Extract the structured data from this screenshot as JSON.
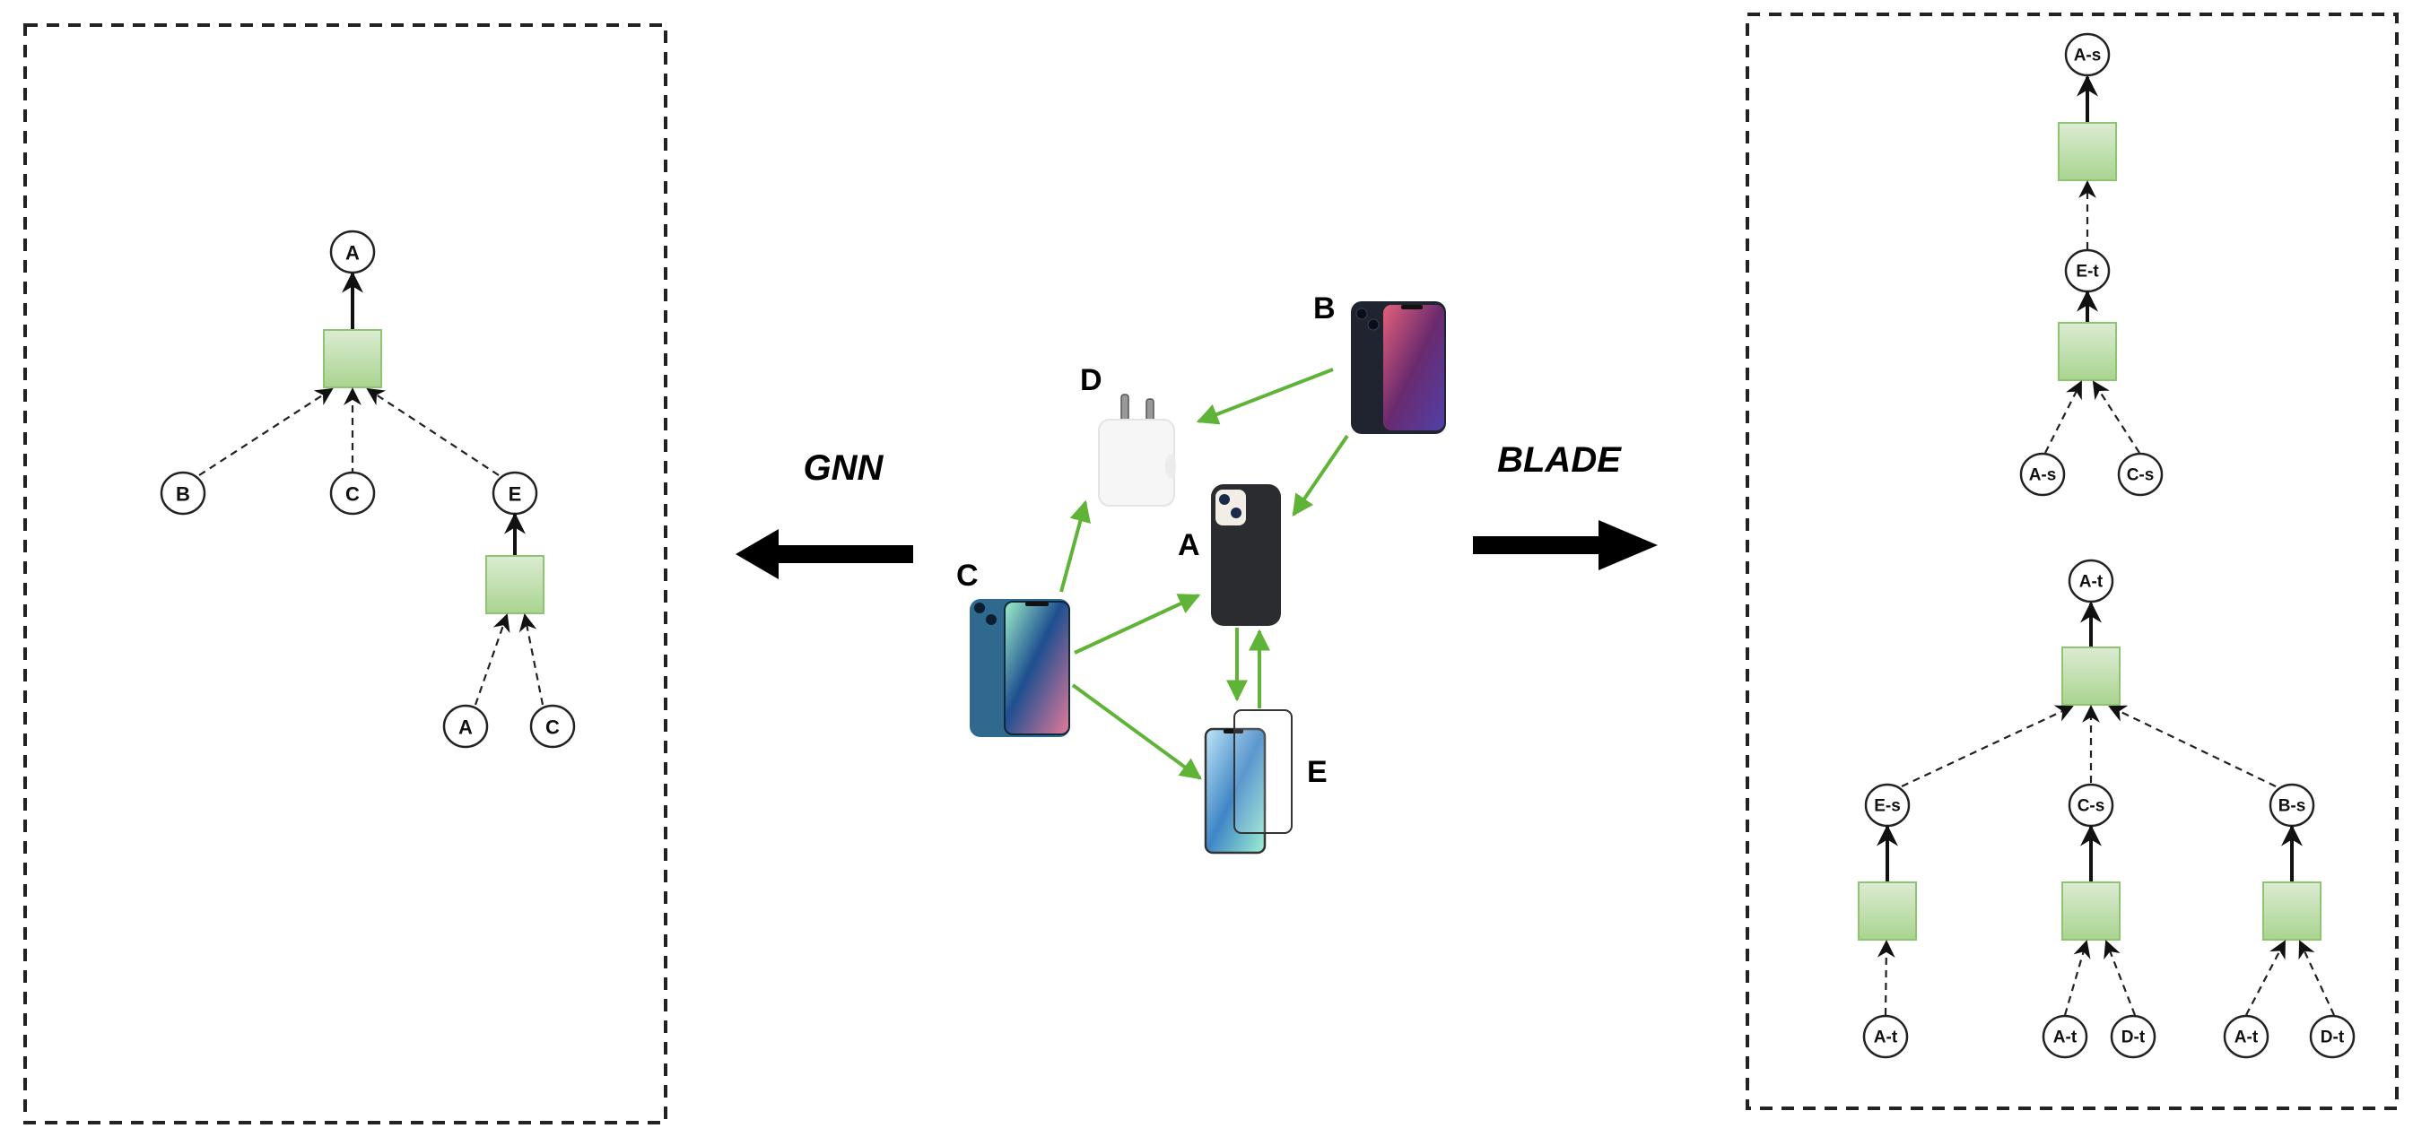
{
  "colors": {
    "graph_edge": "#5fb336",
    "agg_box_top": "#dcecd3",
    "agg_box_bottom": "#a9d48f",
    "agg_box_border": "#8fc473",
    "node_stroke": "#222222",
    "frame_stroke": "#222222"
  },
  "center_graph": {
    "items": [
      {
        "id": "A",
        "label": "A",
        "kind": "phone-case",
        "color": "#2a2c30"
      },
      {
        "id": "B",
        "label": "B",
        "kind": "phone-midnight",
        "color": "#1f2430"
      },
      {
        "id": "C",
        "label": "C",
        "kind": "phone-blue",
        "color": "#2f6a8e"
      },
      {
        "id": "D",
        "label": "D",
        "kind": "charger",
        "color": "#f6f6f6"
      },
      {
        "id": "E",
        "label": "E",
        "kind": "screen-protector",
        "color": "#8cc8ea"
      }
    ],
    "edges": [
      {
        "from": "B",
        "to": "D"
      },
      {
        "from": "B",
        "to": "A"
      },
      {
        "from": "C",
        "to": "D"
      },
      {
        "from": "C",
        "to": "A"
      },
      {
        "from": "C",
        "to": "E"
      },
      {
        "from": "A",
        "to": "E"
      },
      {
        "from": "E",
        "to": "A"
      }
    ]
  },
  "methods": {
    "left": {
      "label": "GNN",
      "direction": "left"
    },
    "right": {
      "label": "BLADE",
      "direction": "right"
    }
  },
  "gnn_tree": {
    "root": "A",
    "level1": [
      "B",
      "C",
      "E"
    ],
    "level2_under_E": [
      "A",
      "C"
    ]
  },
  "blade_trees": {
    "source_tree": {
      "root": "A-s",
      "level1": [
        "E-t"
      ],
      "level2_under_E-t": [
        "A-s",
        "C-s"
      ]
    },
    "target_tree": {
      "root": "A-t",
      "level1": [
        "E-s",
        "C-s",
        "B-s"
      ],
      "level2_under_E-s": [
        "A-t"
      ],
      "level2_under_C-s": [
        "A-t",
        "D-t"
      ],
      "level2_under_B-s": [
        "A-t",
        "D-t"
      ]
    }
  }
}
